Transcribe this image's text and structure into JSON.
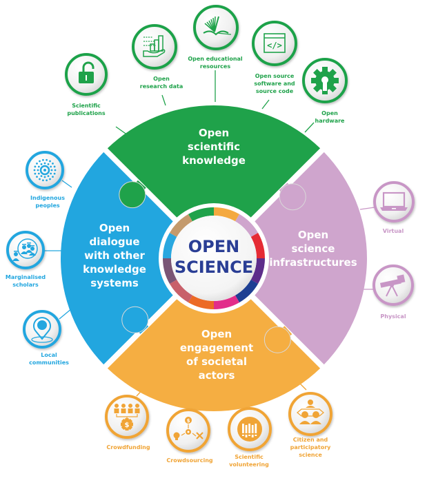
{
  "center": {
    "line1": "OPEN",
    "line2": "SCIENCE",
    "text_color": "#2a3e95",
    "ring_colors": [
      "#f4a940",
      "#cfa5cd",
      "#e52b34",
      "#5d2c8a",
      "#1e3f93",
      "#e22d8a",
      "#ec6a25",
      "#c8606a",
      "#7a5575",
      "#29a7df",
      "#c49a6c",
      "#1fa24a"
    ]
  },
  "quadrants": {
    "top": {
      "color": "#1fa24a",
      "lines": [
        "Open",
        "scientific",
        "knowledge"
      ]
    },
    "right": {
      "color": "#cfa5cd",
      "lines": [
        "Open",
        "science",
        "infrastructures"
      ]
    },
    "bottom": {
      "color": "#f5ae42",
      "lines": [
        "Open",
        "engagement",
        "of societal",
        "actors"
      ]
    },
    "left": {
      "color": "#22a6df",
      "lines": [
        "Open",
        "dialogue",
        "with other",
        "knowledge",
        "systems"
      ]
    }
  },
  "items": {
    "scientific_publications": {
      "icon": "unlocked-padlock-icon",
      "lines": [
        "Scientific",
        "publications"
      ]
    },
    "open_research_data": {
      "icon": "bar-chart-hand-icon",
      "lines": [
        "Open",
        "research data"
      ]
    },
    "open_educational_resources": {
      "icon": "open-book-tree-icon",
      "lines": [
        "Open educational",
        "resources"
      ]
    },
    "open_source_software": {
      "icon": "code-window-icon",
      "lines": [
        "Open source",
        "software and",
        "source code"
      ]
    },
    "open_hardware": {
      "icon": "open-hardware-gear-icon",
      "lines": [
        "Open",
        "hardware"
      ]
    },
    "indigenous_peoples": {
      "icon": "concentric-dots-icon",
      "lines": [
        "Indigenous",
        "peoples"
      ]
    },
    "marginalised_scholars": {
      "icon": "graduates-group-icon",
      "lines": [
        "Marginalised",
        "scholars"
      ]
    },
    "local_communities": {
      "icon": "location-pin-people-icon",
      "lines": [
        "Local",
        "communities"
      ]
    },
    "virtual": {
      "icon": "laptop-icon",
      "lines": [
        "Virtual"
      ]
    },
    "physical": {
      "icon": "telescope-icon",
      "lines": [
        "Physical"
      ]
    },
    "crowdfunding": {
      "icon": "people-dollar-gear-icon",
      "lines": [
        "Crowdfunding"
      ]
    },
    "crowdsourcing": {
      "icon": "idea-gear-tools-icon",
      "lines": [
        "Crowdsourcing"
      ]
    },
    "scientific_volunteering": {
      "icon": "raised-hands-icon",
      "lines": [
        "Scientific",
        "volunteering"
      ]
    },
    "citizen_science": {
      "icon": "people-table-icon",
      "lines": [
        "Citizen and",
        "participatory",
        "science"
      ]
    }
  }
}
